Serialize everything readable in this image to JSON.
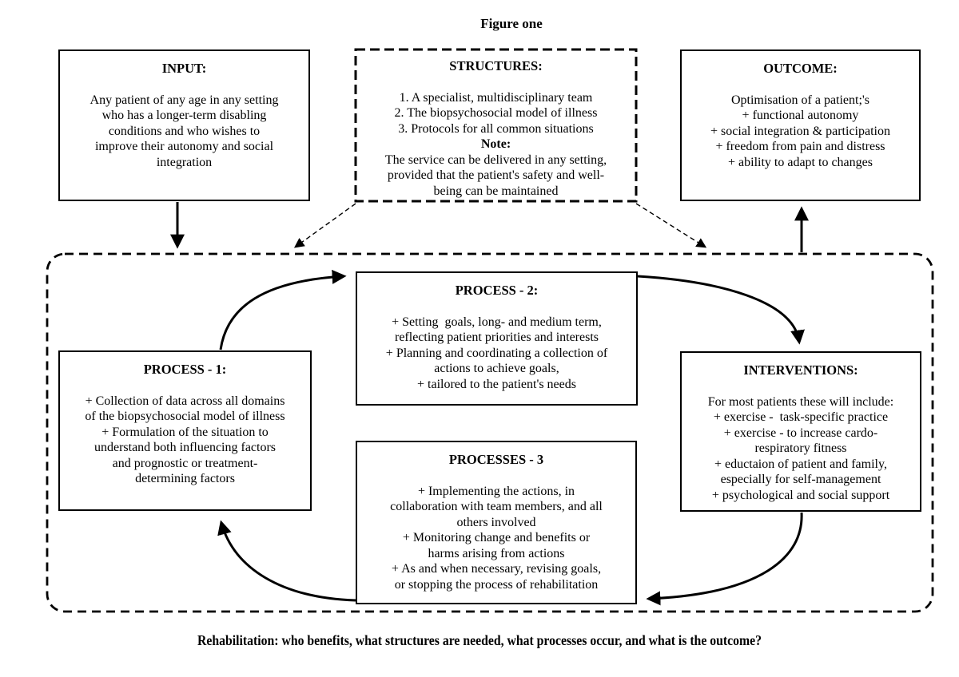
{
  "figure": {
    "title": "Figure one",
    "caption": "Rehabilitation: who benefits, what structures are needed, what processes occur, and what is the outcome?"
  },
  "boxes": {
    "input": {
      "title": "INPUT:",
      "body": "Any patient of any age in any setting\nwho has a longer-term disabling\nconditions and who wishes to\nimprove their autonomy and social\nintegration"
    },
    "structures": {
      "title": "STRUCTURES:",
      "items": "1. A specialist, multidisciplinary team\n2. The biopsychosocial model of illness\n3. Protocols for all common situations",
      "note_label": "Note:",
      "note_text": "The service can be delivered in any setting,\nprovided that the patient's safety and well-\nbeing can be maintained"
    },
    "outcome": {
      "title": "OUTCOME:",
      "body": "Optimisation of a patient;'s\n+ functional autonomy\n+ social integration & participation\n+ freedom from pain and distress\n+ ability to adapt to changes"
    },
    "process1": {
      "title": "PROCESS - 1:",
      "body": "+ Collection of data across all domains\nof the biopsychosocial model of illness\n+ Formulation of the situation to\nunderstand both influencing factors\nand prognostic or treatment-\ndetermining factors"
    },
    "process2": {
      "title": "PROCESS  - 2:",
      "body": "+ Setting  goals, long- and medium term,\nreflecting patient priorities and interests\n+ Planning and coordinating a collection of\nactions to achieve goals,\n+ tailored to the patient's needs"
    },
    "process3": {
      "title": "PROCESSES - 3",
      "body": "+ Implementing the actions, in\ncollaboration with team members, and all\nothers involved\n+ Monitoring change and benefits or\nharms arising from actions\n+ As and when necessary, revising goals,\nor stopping the process of rehabilitation"
    },
    "interventions": {
      "title": "INTERVENTIONS:",
      "body": "For most patients these will include:\n+ exercise -  task-specific practice\n+ exercise - to increase cardo-\nrespiratory fitness\n+ eductaion of patient and family,\nespecially for self-management\n+ psychological and social support"
    }
  },
  "colors": {
    "ink": "#000000",
    "background": "#ffffff"
  }
}
